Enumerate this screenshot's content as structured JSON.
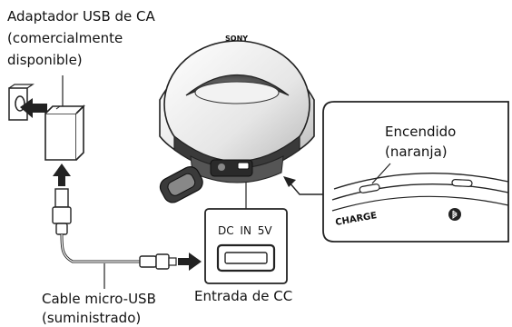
{
  "labels": {
    "adapter_line1": "Adaptador USB de CA",
    "adapter_line2": "(comercialmente",
    "adapter_line3": "disponible)",
    "cable_line1": "Cable micro-USB",
    "cable_line2": "(suministrado)",
    "dc_input": "Entrada de CC",
    "power_line1": "Encendido",
    "power_line2": "(naranja)"
  },
  "port_panel": {
    "text": "DC IN 5V"
  },
  "inset": {
    "charge_text": "CHARGE",
    "power_indicator_color": "orange"
  },
  "speaker": {
    "brand_mark": "SONY"
  },
  "icons": [
    "wall-outlet-icon",
    "ac-adapter-icon",
    "usb-plug-icon",
    "micro-usb-plug-icon",
    "bluetooth-icon",
    "arrow-icon"
  ]
}
